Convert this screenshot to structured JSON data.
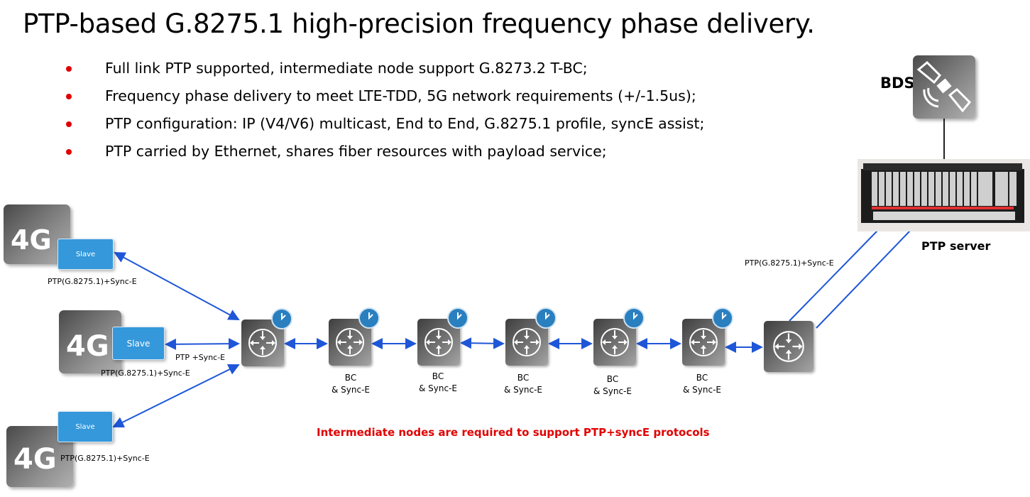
{
  "title": "PTP-based G.8275.1 high-precision frequency phase delivery.",
  "bullets": [
    "Full link PTP supported, intermediate node support G.8273.2  T-BC;",
    "Frequency phase delivery to meet LTE-TDD, 5G network requirements (+/-1.5us);",
    "PTP configuration: IP (V4/V6) multicast, End to End, G.8275.1 profile, syncE assist;",
    "PTP carried by Ethernet, shares fiber resources with payload service;"
  ],
  "base_stations": [
    {
      "badge": "4G",
      "role": "Slave",
      "link_label": "PTP(G.8275.1)+Sync-E"
    },
    {
      "badge": "4G",
      "role": "Slave",
      "link_label": "PTP(G.8275.1)+Sync-E",
      "extra_label": "PTP +Sync-E"
    },
    {
      "badge": "4G",
      "role": "Slave",
      "link_label": "PTP(G.8275.1)+Sync-E"
    }
  ],
  "bc_labels": [
    {
      "line1": "BC",
      "line2": "& Sync-E"
    },
    {
      "line1": "BC",
      "line2": "& Sync-E"
    },
    {
      "line1": "BC",
      "line2": "& Sync-E"
    },
    {
      "line1": "BC",
      "line2": "& Sync-E"
    },
    {
      "line1": "BC",
      "line2": "& Sync-E"
    }
  ],
  "bds_label": "BDS",
  "server_label": "PTP server",
  "server_link_label": "PTP(G.8275.1)+Sync-E",
  "note": "Intermediate nodes are required to support PTP+syncE protocols",
  "colors": {
    "accent": "#e00000",
    "link": "#1f56d8",
    "slave": "#3498db",
    "clock": "#2a7fbf"
  }
}
